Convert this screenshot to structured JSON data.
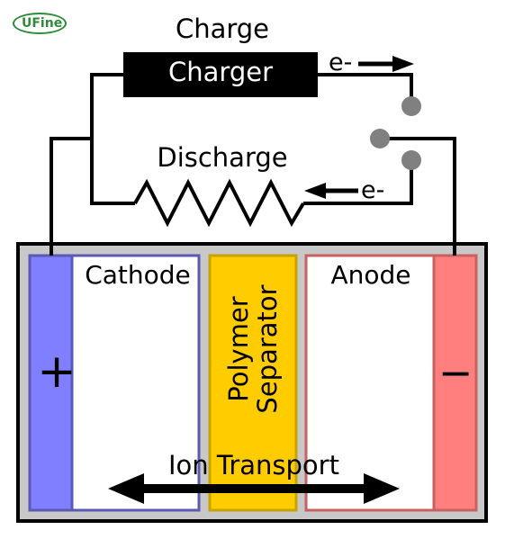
{
  "logo": {
    "text": "UFine",
    "color": "#2e8b3a"
  },
  "labels": {
    "charge": "Charge",
    "charger": "Charger",
    "discharge": "Discharge",
    "electron_top": "e-",
    "electron_bottom": "e-",
    "cathode": "Cathode",
    "anode": "Anode",
    "separator_line1": "Polymer",
    "separator_line2": "Separator",
    "plus": "+",
    "minus": "−",
    "ion_transport": "Ion Transport"
  },
  "colors": {
    "cathode_collector": "#7f7fff",
    "cathode_border": "#5a5ab5",
    "anode_collector": "#ff7f7f",
    "anode_border": "#c86060",
    "separator": "#ffcc00",
    "separator_border": "#c8a400",
    "cell_background": "#c8c8c8",
    "charger_box": "#000000",
    "switch_contacts": "#808080",
    "wire": "#000000"
  }
}
